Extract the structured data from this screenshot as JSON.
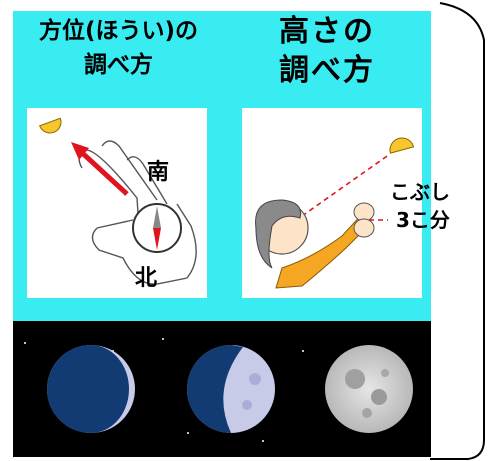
{
  "left_panel": {
    "title_line1": "方位(ほうい)の",
    "title_line2": "調べ方",
    "label_south": "南",
    "label_north": "北"
  },
  "right_panel": {
    "title_line1": "高さの",
    "title_line2": "調べ方",
    "label_line1": "こぶし",
    "label_line2": "3こ分"
  },
  "colors": {
    "panel_background": "#38ecf2",
    "moon_yellow": "#f7c52c",
    "arrow_red": "#e0141e",
    "night_sky": "#000000",
    "moon_dark": "#123a73",
    "moon_lit": "#c7cbe8"
  },
  "icons": [
    "half-moon-icon",
    "hand-compass-illustration",
    "child-measuring-illustration",
    "crescent-moon-icon",
    "gibbous-moon-icon",
    "full-moon-icon"
  ]
}
